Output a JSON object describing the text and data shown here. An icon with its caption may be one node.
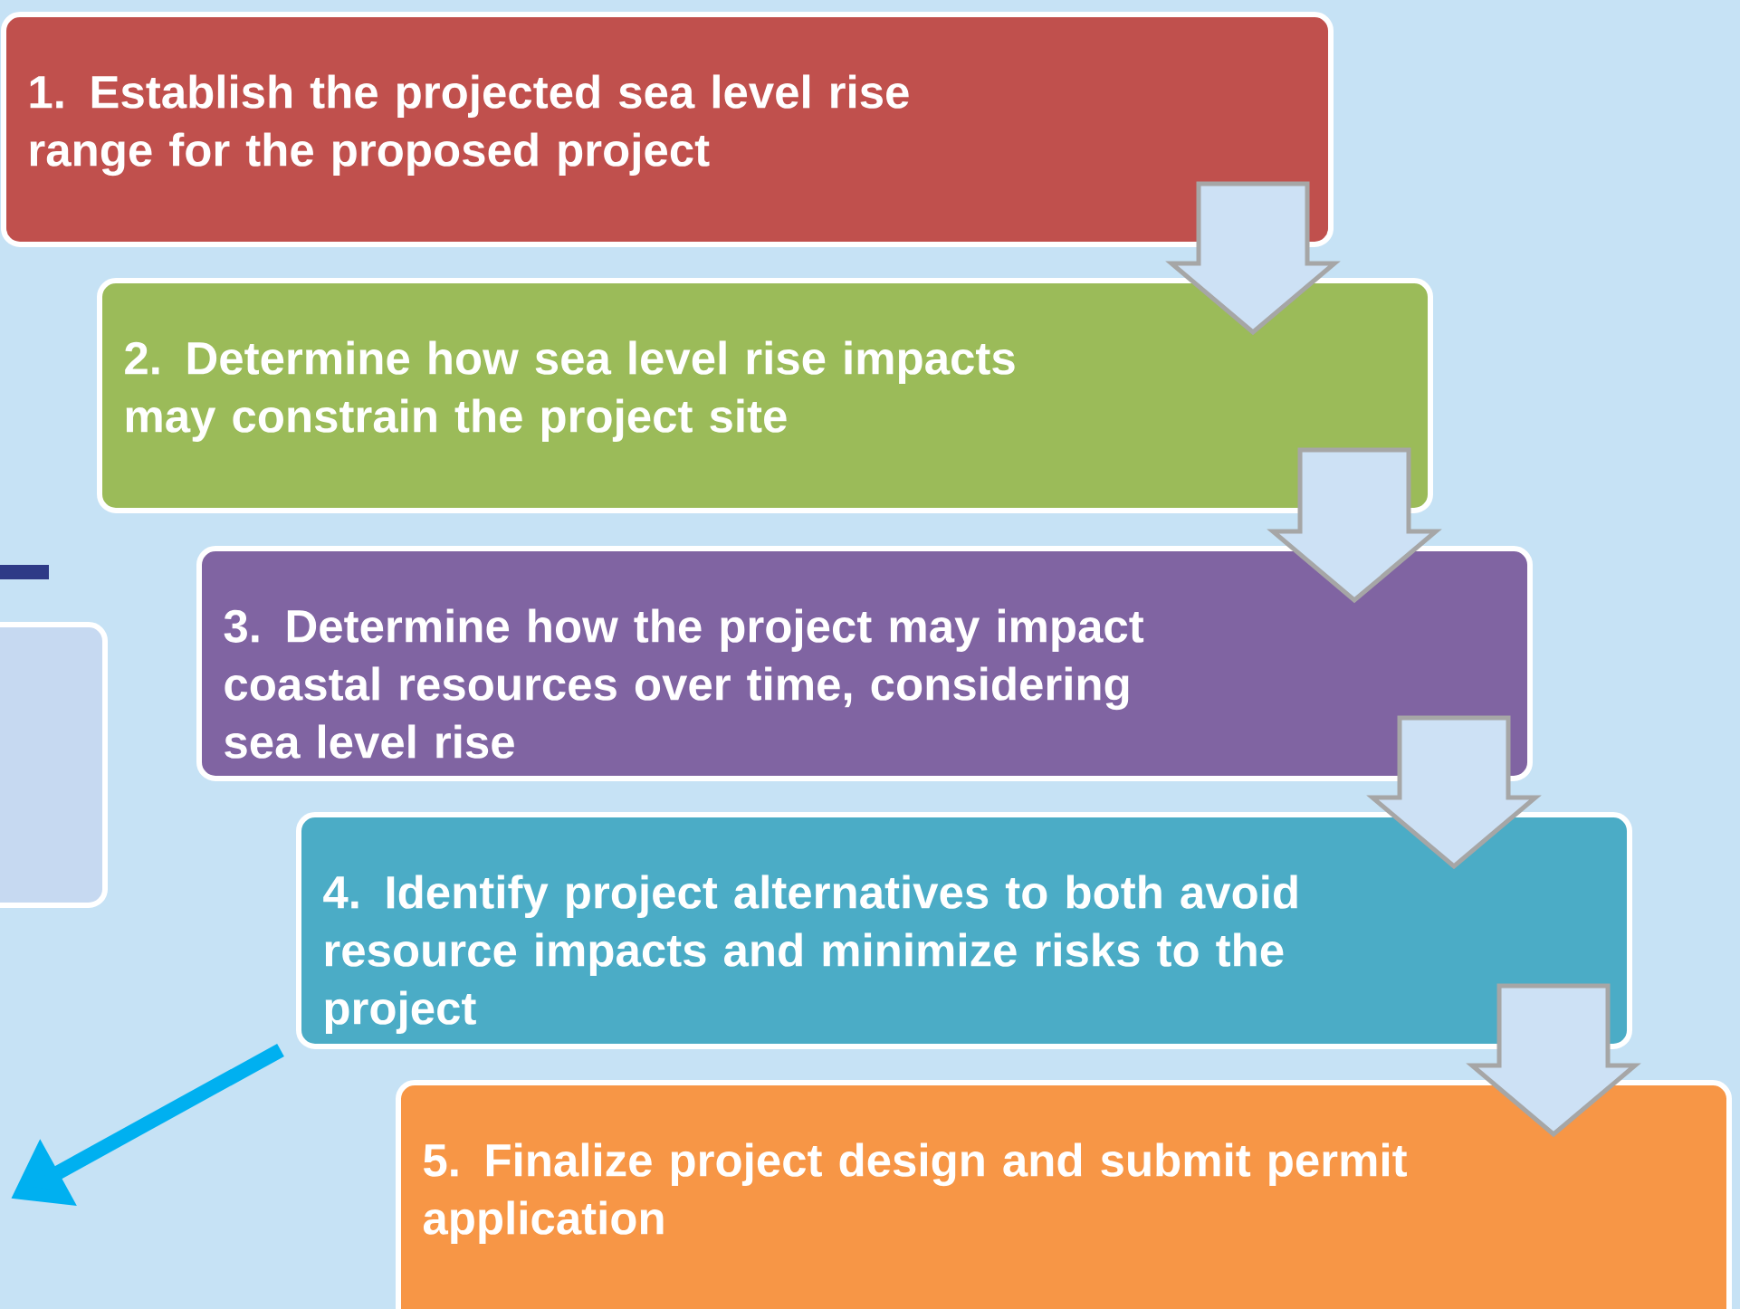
{
  "diagram": {
    "nodes": [
      {
        "text": [
          "1. Establish the projected sea level rise range for the proposed project"
        ]
      },
      {
        "text": [
          "2. Determine how sea level rise impacts may constrain the project site"
        ]
      },
      {
        "text": [
          "3. Determine how the project may impact coastal resources over time, considering sea level rise"
        ]
      },
      {
        "text": [
          "4. Identify project alternatives to both avoid resource impacts and minimize risks to the project"
        ]
      },
      {
        "text": [
          "5. Finalize project design and submit permit application"
        ]
      },
      {
        "text": [],
        "shape": "box"
      }
    ],
    "edges": [
      {
        "from": 0,
        "to": 1,
        "arrow": "to"
      },
      {
        "from": 1,
        "to": 2,
        "arrow": "to"
      },
      {
        "from": 2,
        "to": 3,
        "arrow": "to"
      },
      {
        "from": 3,
        "to": 4,
        "arrow": "to"
      }
    ]
  }
}
